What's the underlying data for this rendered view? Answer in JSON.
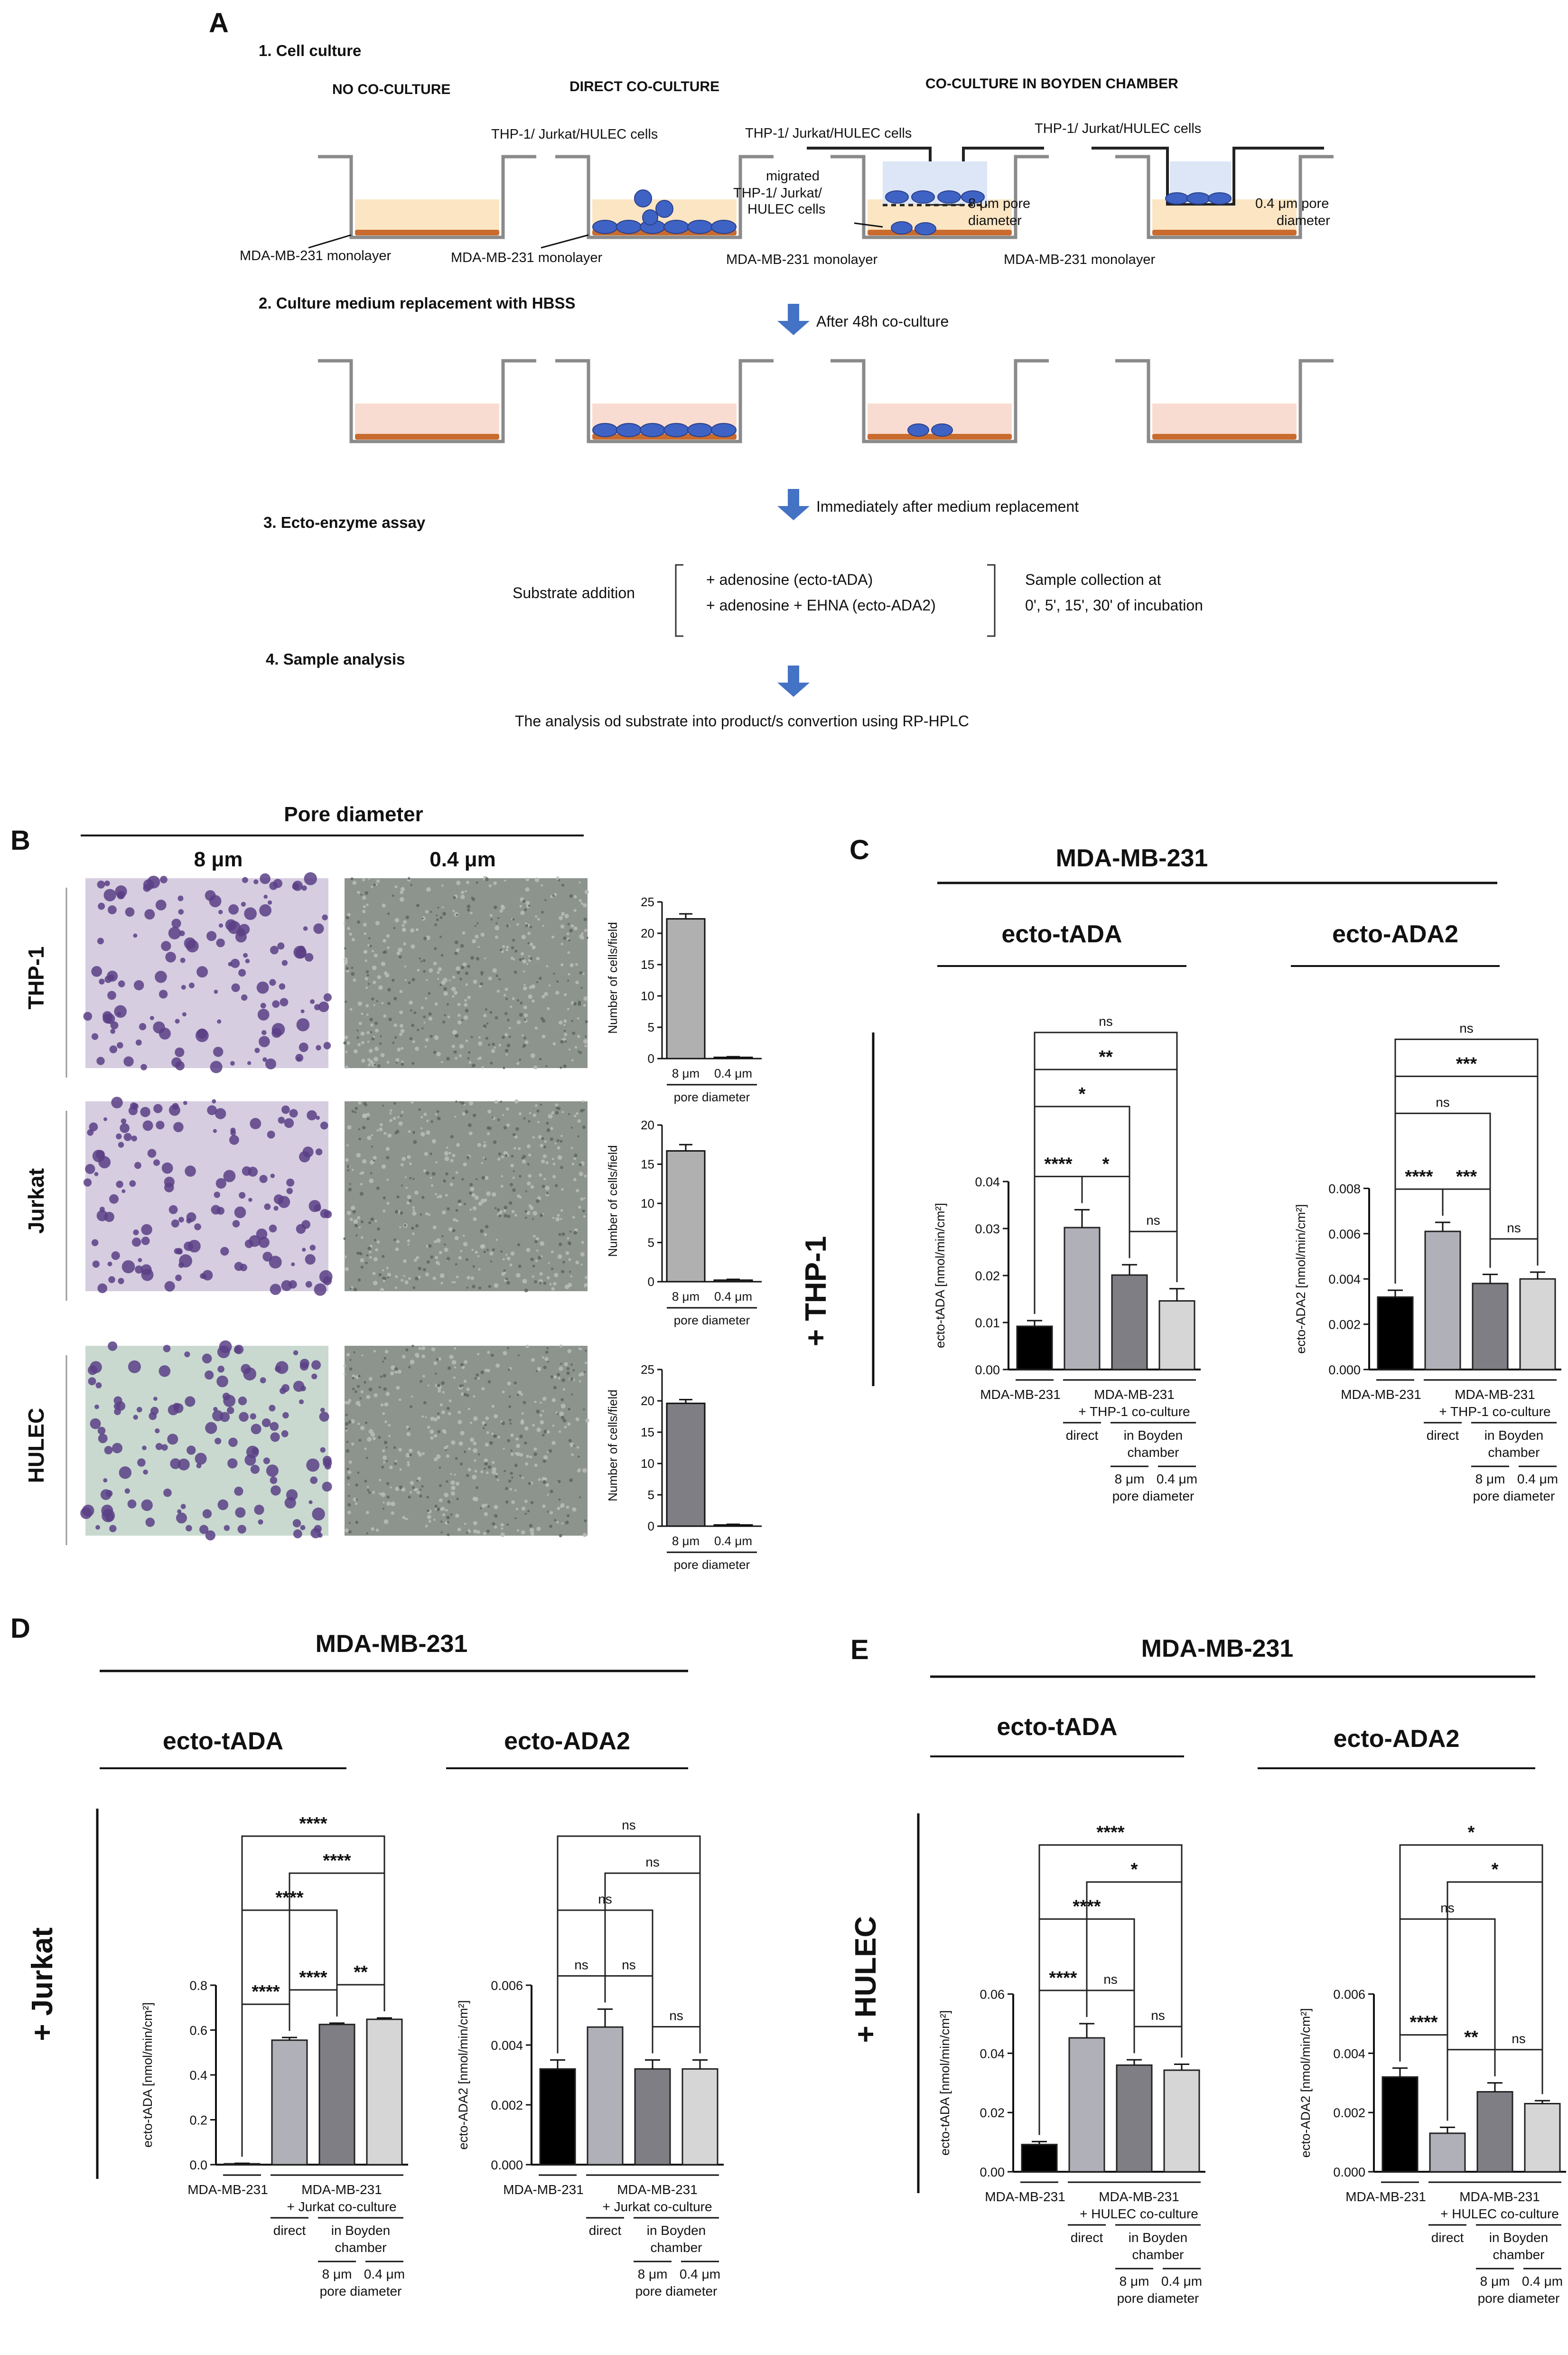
{
  "panelA": {
    "letter": "A",
    "step1": "1. Cell culture",
    "step2": "2. Culture medium replacement with HBSS",
    "step3": "3. Ecto-enzyme assay",
    "step4": "4. Sample analysis",
    "h_no": "NO CO-CULTURE",
    "h_direct": "DIRECT CO-CULTURE",
    "h_boyden": "CO-CULTURE IN BOYDEN CHAMBER",
    "cells": "THP-1/ Jurkat/HULEC cells",
    "mono": "MDA-MB-231 monolayer",
    "mig1": "migrated",
    "mig2": "THP-1/ Jurkat/",
    "mig3": "HULEC cells",
    "pore8a": "8 μm pore",
    "pore8b": "diameter",
    "pore04a": "0.4 μm pore",
    "pore04b": "diameter",
    "after48": "After 48h co-culture",
    "immediately": "Immediately after medium replacement",
    "substrate": "Substrate addition",
    "sub1": "+ adenosine (ecto-tADA)",
    "sub2": "+ adenosine + EHNA (ecto-ADA2)",
    "coll1": "Sample collection at",
    "coll2": "0', 5', 15', 30' of incubation",
    "analysis": "The analysis od substrate into product/s convertion using RP-HPLC"
  },
  "panelB": {
    "letter": "B",
    "pore_title": "Pore diameter",
    "col8": "8 μm",
    "col04": "0.4 μm",
    "rows": [
      "THP-1",
      "Jurkat",
      "HULEC"
    ],
    "ylabel": "Number of cells/field",
    "xlabels": [
      "8 μm",
      "0.4 μm"
    ],
    "xsub": "pore diameter",
    "charts": [
      {
        "yticks": [
          "0",
          "5",
          "10",
          "15",
          "20",
          "25"
        ],
        "ymax": 25,
        "values": [
          22.3,
          0.2
        ],
        "errors": [
          0.8,
          0.1
        ]
      },
      {
        "yticks": [
          "0",
          "5",
          "10",
          "15",
          "20"
        ],
        "ymax": 20,
        "values": [
          16.7,
          0.2
        ],
        "errors": [
          0.8,
          0.1
        ]
      },
      {
        "yticks": [
          "0",
          "5",
          "10",
          "15",
          "20",
          "25"
        ],
        "ymax": 25,
        "values": [
          19.6,
          0.2
        ],
        "errors": [
          0.6,
          0.1
        ]
      }
    ]
  },
  "panels": [
    {
      "letter": "C",
      "title": "MDA-MB-231",
      "side": "+ THP-1",
      "charts": [
        {
          "sub": "ecto-tADA",
          "ylabel": "ecto-tADA [nmol/min/cm²]",
          "yticks": [
            "0.00",
            "0.01",
            "0.02",
            "0.03",
            "0.04"
          ],
          "ymax": 0.04,
          "values": [
            0.0092,
            0.0302,
            0.0201,
            0.0146
          ],
          "errors": [
            0.0012,
            0.0038,
            0.0022,
            0.0026
          ],
          "sig": [
            [
              "0",
              "1",
              "****"
            ],
            [
              "1",
              "2",
              "*"
            ],
            [
              "2",
              "3",
              "ns"
            ],
            [
              "0",
              "2",
              "*"
            ],
            [
              "0",
              "3",
              "**"
            ],
            [
              "0",
              "3",
              "ns"
            ]
          ]
        },
        {
          "sub": "ecto-ADA2",
          "ylabel": "ecto-ADA2 [nmol/min/cm²]",
          "yticks": [
            "0.000",
            "0.002",
            "0.004",
            "0.006",
            "0.008"
          ],
          "ymax": 0.008,
          "values": [
            0.0032,
            0.0061,
            0.0038,
            0.004
          ],
          "errors": [
            0.0003,
            0.0004,
            0.0004,
            0.0003
          ],
          "sig": [
            [
              "0",
              "1",
              "****"
            ],
            [
              "1",
              "2",
              "***"
            ],
            [
              "2",
              "3",
              "ns"
            ],
            [
              "0",
              "2",
              "ns"
            ],
            [
              "0",
              "3",
              "***"
            ],
            [
              "0",
              "3",
              "ns"
            ]
          ]
        }
      ],
      "xlab": {
        "m": "MDA-MB-231",
        "co1": "MDA-MB-231",
        "co2": "+ THP-1 co-culture",
        "direct": "direct",
        "boy1": "in Boyden",
        "boy2": "chamber",
        "p8": "8 μm",
        "p04": "0.4 μm",
        "pd": "pore diameter"
      }
    },
    {
      "letter": "D",
      "title": "MDA-MB-231",
      "side": "+ Jurkat",
      "charts": [
        {
          "sub": "ecto-tADA",
          "ylabel": "ecto-tADA [nmol/min/cm²]",
          "yticks": [
            "0.0",
            "0.2",
            "0.4",
            "0.6",
            "0.8"
          ],
          "ymax": 0.8,
          "values": [
            0.004,
            0.555,
            0.625,
            0.648
          ],
          "errors": [
            0.002,
            0.012,
            0.006,
            0.006
          ],
          "sig": [
            [
              "0",
              "1",
              "****"
            ],
            [
              "2",
              "3",
              "**"
            ],
            [
              "1",
              "2",
              "****"
            ],
            [
              "0",
              "2",
              "****"
            ],
            [
              "1",
              "3",
              "****"
            ],
            [
              "0",
              "3",
              "****"
            ]
          ]
        },
        {
          "sub": "ecto-ADA2",
          "ylabel": "ecto-ADA2 [nmol/min/cm²]",
          "yticks": [
            "0.000",
            "0.002",
            "0.004",
            "0.006"
          ],
          "ymax": 0.006,
          "values": [
            0.0032,
            0.0046,
            0.0032,
            0.0032
          ],
          "errors": [
            0.0003,
            0.0006,
            0.0003,
            0.0003
          ],
          "sig": [
            [
              "0",
              "1",
              "ns"
            ],
            [
              "1",
              "2",
              "ns"
            ],
            [
              "2",
              "3",
              "ns"
            ],
            [
              "0",
              "2",
              "ns"
            ],
            [
              "1",
              "3",
              "ns"
            ],
            [
              "0",
              "3",
              "ns"
            ]
          ]
        }
      ],
      "xlab": {
        "m": "MDA-MB-231",
        "co1": "MDA-MB-231",
        "co2": "+ Jurkat co-culture",
        "direct": "direct",
        "boy1": "in Boyden",
        "boy2": "chamber",
        "p8": "8 μm",
        "p04": "0.4 μm",
        "pd": "pore diameter"
      }
    },
    {
      "letter": "E",
      "title": "MDA-MB-231",
      "side": "+ HULEC",
      "charts": [
        {
          "sub": "ecto-tADA",
          "ylabel": "ecto-tADA [nmol/min/cm²]",
          "yticks": [
            "0.00",
            "0.02",
            "0.04",
            "0.06"
          ],
          "ymax": 0.06,
          "values": [
            0.0092,
            0.0452,
            0.036,
            0.0343
          ],
          "errors": [
            0.001,
            0.0048,
            0.0018,
            0.002
          ],
          "sig": [
            [
              "0",
              "1",
              "****"
            ],
            [
              "1",
              "2",
              "ns"
            ],
            [
              "2",
              "3",
              "ns"
            ],
            [
              "0",
              "2",
              "****"
            ],
            [
              "1",
              "3",
              "*"
            ],
            [
              "0",
              "3",
              "****"
            ]
          ]
        },
        {
          "sub": "ecto-ADA2",
          "ylabel": "ecto-ADA2 [nmol/min/cm²]",
          "yticks": [
            "0.000",
            "0.002",
            "0.004",
            "0.006"
          ],
          "ymax": 0.006,
          "values": [
            0.0032,
            0.0013,
            0.0027,
            0.0023
          ],
          "errors": [
            0.0003,
            0.0002,
            0.0003,
            0.0001
          ],
          "sig": [
            [
              "0",
              "1",
              "****"
            ],
            [
              "1",
              "2",
              "**"
            ],
            [
              "2",
              "3",
              "ns"
            ],
            [
              "0",
              "2",
              "ns"
            ],
            [
              "1",
              "3",
              "*"
            ],
            [
              "0",
              "3",
              "*"
            ]
          ]
        }
      ],
      "xlab": {
        "m": "MDA-MB-231",
        "co1": "MDA-MB-231",
        "co2": "+ HULEC co-culture",
        "direct": "direct",
        "boy1": "in Boyden",
        "boy2": "chamber",
        "p8": "8 μm",
        "p04": "0.4 μm",
        "pd": "pore diameter"
      }
    }
  ],
  "chart_data": [
    {
      "type": "bar",
      "panel": "B",
      "title": "THP-1",
      "categories": [
        "8 μm",
        "0.4 μm"
      ],
      "values": [
        22.3,
        0.2
      ],
      "errors": [
        0.8,
        0.1
      ],
      "xlabel": "pore diameter",
      "ylabel": "Number of cells/field",
      "ylim": [
        0,
        25
      ]
    },
    {
      "type": "bar",
      "panel": "B",
      "title": "Jurkat",
      "categories": [
        "8 μm",
        "0.4 μm"
      ],
      "values": [
        16.7,
        0.2
      ],
      "errors": [
        0.8,
        0.1
      ],
      "xlabel": "pore diameter",
      "ylabel": "Number of cells/field",
      "ylim": [
        0,
        20
      ]
    },
    {
      "type": "bar",
      "panel": "B",
      "title": "HULEC",
      "categories": [
        "8 μm",
        "0.4 μm"
      ],
      "values": [
        19.6,
        0.2
      ],
      "errors": [
        0.6,
        0.1
      ],
      "xlabel": "pore diameter",
      "ylabel": "Number of cells/field",
      "ylim": [
        0,
        25
      ]
    },
    {
      "type": "bar",
      "panel": "C",
      "title": "ecto-tADA",
      "categories": [
        "MDA-MB-231",
        "direct",
        "8 μm",
        "0.4 μm"
      ],
      "values": [
        0.0092,
        0.0302,
        0.0201,
        0.0146
      ],
      "ylabel": "ecto-tADA [nmol/min/cm²]",
      "ylim": [
        0,
        0.04
      ]
    },
    {
      "type": "bar",
      "panel": "C",
      "title": "ecto-ADA2",
      "categories": [
        "MDA-MB-231",
        "direct",
        "8 μm",
        "0.4 μm"
      ],
      "values": [
        0.0032,
        0.0061,
        0.0038,
        0.004
      ],
      "ylabel": "ecto-ADA2 [nmol/min/cm²]",
      "ylim": [
        0,
        0.008
      ]
    },
    {
      "type": "bar",
      "panel": "D",
      "title": "ecto-tADA",
      "categories": [
        "MDA-MB-231",
        "direct",
        "8 μm",
        "0.4 μm"
      ],
      "values": [
        0.004,
        0.555,
        0.625,
        0.648
      ],
      "ylabel": "ecto-tADA [nmol/min/cm²]",
      "ylim": [
        0,
        0.8
      ]
    },
    {
      "type": "bar",
      "panel": "D",
      "title": "ecto-ADA2",
      "categories": [
        "MDA-MB-231",
        "direct",
        "8 μm",
        "0.4 μm"
      ],
      "values": [
        0.0032,
        0.0046,
        0.0032,
        0.0032
      ],
      "ylabel": "ecto-ADA2 [nmol/min/cm²]",
      "ylim": [
        0,
        0.006
      ]
    },
    {
      "type": "bar",
      "panel": "E",
      "title": "ecto-tADA",
      "categories": [
        "MDA-MB-231",
        "direct",
        "8 μm",
        "0.4 μm"
      ],
      "values": [
        0.0092,
        0.0452,
        0.036,
        0.0343
      ],
      "ylabel": "ecto-tADA [nmol/min/cm²]",
      "ylim": [
        0,
        0.06
      ]
    },
    {
      "type": "bar",
      "panel": "E",
      "title": "ecto-ADA2",
      "categories": [
        "MDA-MB-231",
        "direct",
        "8 μm",
        "0.4 μm"
      ],
      "values": [
        0.0032,
        0.0013,
        0.0027,
        0.0023
      ],
      "ylabel": "ecto-ADA2 [nmol/min/cm²]",
      "ylim": [
        0,
        0.006
      ]
    }
  ],
  "colors": {
    "bars": [
      "#000000",
      "#b0b0b8",
      "#7e7e84",
      "#d6d6d6"
    ],
    "arrow": "#4472c4",
    "cell": "#3f63c4",
    "medium": "#fbe5c3",
    "hbss": "#f9dcd1",
    "mono": "#c96b2e"
  }
}
